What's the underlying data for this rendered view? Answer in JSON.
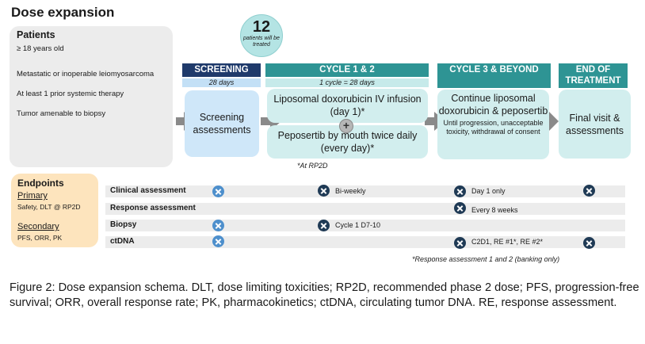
{
  "title": "Dose expansion",
  "patients": {
    "heading": "Patients",
    "items": [
      "≥ 18 years old",
      "Metastatic or inoperable leiomyosarcoma",
      "At least 1 prior systemic therapy",
      "Tumor amenable to biopsy"
    ]
  },
  "enrollment": {
    "count": "12",
    "label": "patients will be treated"
  },
  "phases": {
    "screening": {
      "header": "SCREENING",
      "duration": "28 days",
      "box": "Screening assessments"
    },
    "cycle12": {
      "header": "CYCLE 1 & 2",
      "duration": "1 cycle = 28 days",
      "drug1": "Liposomal doxorubicin IV infusion (day 1)*",
      "plus": "+",
      "drug2": "Peposertib by mouth twice daily (every day)*",
      "footnote": "*At RP2D"
    },
    "cycle3": {
      "header": "CYCLE 3 & BEYOND",
      "box_main": "Continue liposomal doxorubicin & peposertib",
      "box_sub": "Until progression, unacceptable toxicity, withdrawal of consent"
    },
    "end": {
      "header": "END OF TREATMENT",
      "box": "Final visit & assessments"
    }
  },
  "endpoints": {
    "heading": "Endpoints",
    "primary_label": "Primary",
    "primary_items": "Safety, DLT @ RP2D",
    "secondary_label": "Secondary",
    "secondary_items": "PFS, ORR, PK"
  },
  "schedule": {
    "rows": [
      {
        "label": "Clinical assessment",
        "cycle12_note": "Bi-weekly",
        "cycle3_note": "Day 1 only"
      },
      {
        "label": "Response assessment",
        "cycle3_note": "Every 8 weeks"
      },
      {
        "label": "Biopsy",
        "cycle12_note": "Cycle 1 D7-10"
      },
      {
        "label": "ctDNA",
        "cycle3_note": "C2D1, RE #1*, RE #2*"
      }
    ],
    "footnote": "*Response assessment 1 and 2 (banking only)"
  },
  "colors": {
    "screening_header": "#1f3a6b",
    "teal_header": "#2e9494",
    "screening_box": "#cfe7f9",
    "teal_box": "#d2eeee",
    "endpoints_bg": "#fde4bd",
    "marker_dark": "#1f3a55",
    "marker_light": "#4d8fcc"
  },
  "caption": "Figure 2:  Dose expansion schema.  DLT, dose limiting toxicities; RP2D, recommended phase 2 dose; PFS, progression-free survival; ORR, overall response rate; PK, pharmacokinetics; ctDNA, circulating tumor DNA.  RE, response assessment."
}
